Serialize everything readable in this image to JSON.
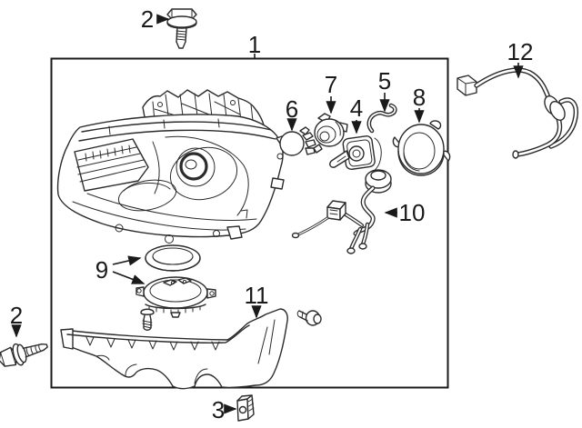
{
  "title": "exploded-parts-diagram-headlamp-components",
  "colors": {
    "background": "#ffffff",
    "line": "#2b2b2b",
    "label": "#1a1a1a"
  },
  "parts": {
    "1": "headlamp-assembly",
    "2": "mounting-bolt",
    "3": "retainer-clip",
    "4": "hid-bulb",
    "5": "bulb-retainer-spring",
    "6": "signal-bulb",
    "7": "bulb-socket",
    "8": "retainer-ring",
    "9": "seal-and-ballast",
    "10": "wiring-harness",
    "11": "headlamp-bracket",
    "12": "harness-hose"
  },
  "callouts": {
    "c1": "1",
    "c2_top": "2",
    "c2_bottom": "2",
    "c3": "3",
    "c4": "4",
    "c5": "5",
    "c6": "6",
    "c7": "7",
    "c8": "8",
    "c9": "9",
    "c10": "10",
    "c11": "11",
    "c12": "12"
  }
}
